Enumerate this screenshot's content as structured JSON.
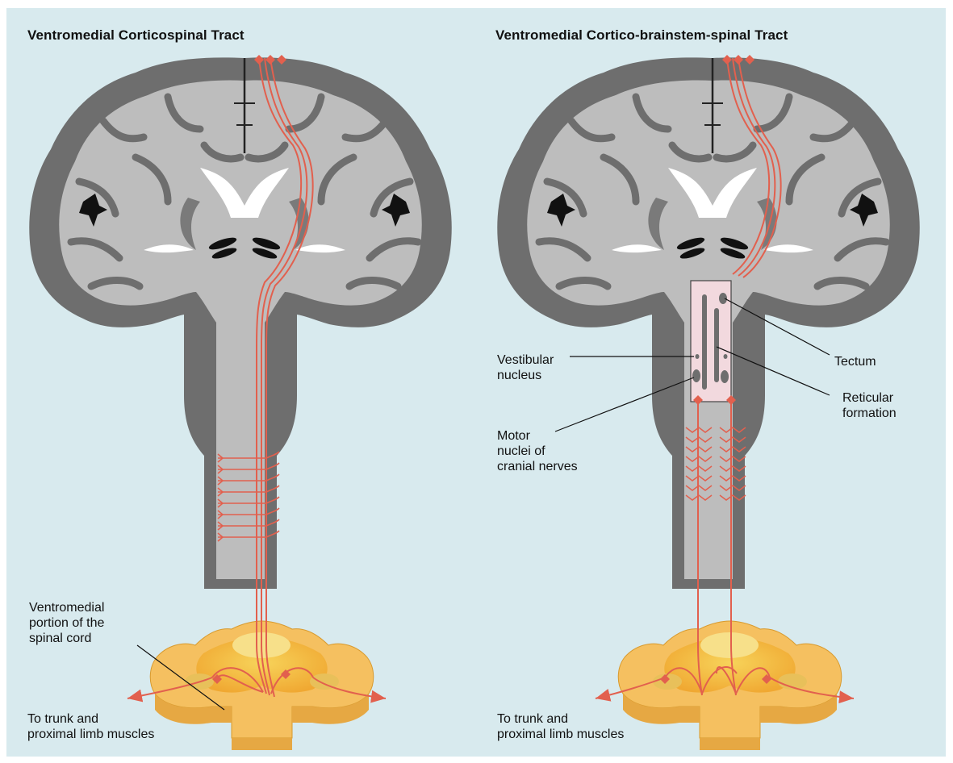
{
  "left_panel": {
    "title": "Ventromedial Corticospinal Tract",
    "spinal_label": [
      "Ventromedial",
      "portion of the",
      "spinal cord"
    ],
    "muscles_label": [
      "To trunk and",
      "proximal limb muscles"
    ]
  },
  "right_panel": {
    "title": "Ventromedial Cortico-brainstem-spinal Tract",
    "vestibular_label": [
      "Vestibular",
      "nucleus"
    ],
    "motor_label": [
      "Motor",
      "nuclei of",
      "cranial nerves"
    ],
    "tectum_label": "Tectum",
    "reticular_label": [
      "Reticular",
      "formation"
    ],
    "muscles_label": [
      "To trunk and",
      "proximal limb muscles"
    ]
  },
  "colors": {
    "background": "#d8eaee",
    "brain_gray": "#bdbdbd",
    "cortex_dark": "#6e6e6e",
    "tract_red": "#e2604e",
    "spinal_yellow": "#f5b93a",
    "brainstem_box": "#f2d9de"
  }
}
